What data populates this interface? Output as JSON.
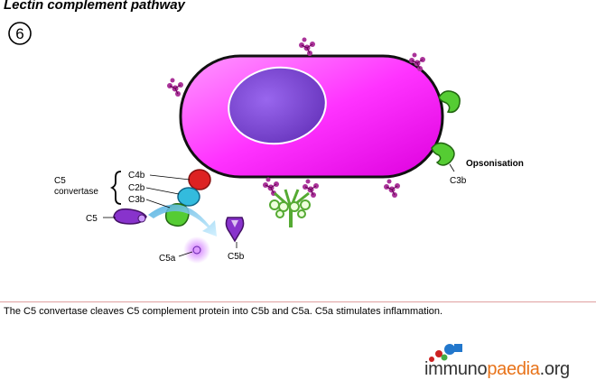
{
  "title": "Lectin complement pathway",
  "step_number": "6",
  "labels": {
    "c5_convertase_line1": "C5",
    "c5_convertase_line2": "convertase",
    "c4b": "C4b",
    "c2b": "C2b",
    "c3b_convertase": "C3b",
    "c5": "C5",
    "c5a": "C5a",
    "c5b": "C5b",
    "opsonisation": "Opsonisation",
    "c3b_opsonin": "C3b"
  },
  "caption": "The C5 convertase cleaves C5 complement protein into C5b and C5a. C5a stimulates inflammation.",
  "logo": {
    "part1": "immuno",
    "part2": "paedia",
    "part3": ".org"
  },
  "colors": {
    "cell_membrane": "#ff33ff",
    "nucleus": "#8844dd",
    "c3b": "#55cc33",
    "c4b": "#dd2222",
    "c2b": "#33bbdd",
    "c5": "#8833cc",
    "mbl": "#66bb44",
    "sugar": "#aa3399",
    "logo_accent": "#e8731a"
  }
}
